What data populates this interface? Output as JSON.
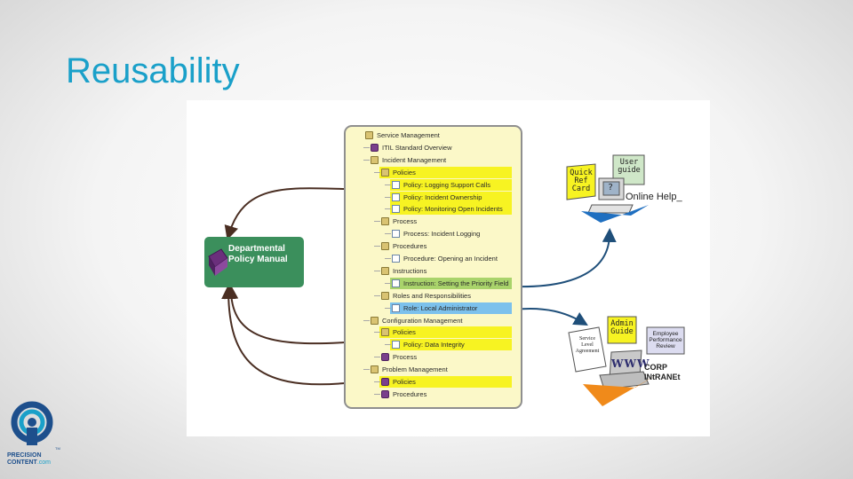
{
  "slide": {
    "title": "Reusability"
  },
  "tree": {
    "rows": [
      {
        "label": "Service Management",
        "icon": "folder-icon",
        "level": 0,
        "highlight": ""
      },
      {
        "label": "ITIL Standard Overview",
        "icon": "book-icon",
        "level": 1,
        "highlight": ""
      },
      {
        "label": "Incident Management",
        "icon": "folder-icon",
        "level": 1,
        "highlight": ""
      },
      {
        "label": "Policies",
        "icon": "folder-icon",
        "level": 2,
        "highlight": "yellow"
      },
      {
        "label": "Policy: Logging Support Calls",
        "icon": "doc-icon",
        "level": 3,
        "highlight": "yellow"
      },
      {
        "label": "Policy: Incident Ownership",
        "icon": "doc-icon",
        "level": 3,
        "highlight": "yellow"
      },
      {
        "label": "Policy: Monitoring Open Incidents",
        "icon": "doc-icon",
        "level": 3,
        "highlight": "yellow"
      },
      {
        "label": "Process",
        "icon": "folder-icon",
        "level": 2,
        "highlight": ""
      },
      {
        "label": "Process: Incident Logging",
        "icon": "doc-icon",
        "level": 3,
        "highlight": ""
      },
      {
        "label": "Procedures",
        "icon": "folder-icon",
        "level": 2,
        "highlight": ""
      },
      {
        "label": "Procedure: Opening an Incident",
        "icon": "doc-icon",
        "level": 3,
        "highlight": ""
      },
      {
        "label": "Instructions",
        "icon": "folder-icon",
        "level": 2,
        "highlight": ""
      },
      {
        "label": "Instruction: Setting the Priority Field",
        "icon": "doc-icon",
        "level": 3,
        "highlight": "green"
      },
      {
        "label": "Roles and Responsibilities",
        "icon": "folder-icon",
        "level": 2,
        "highlight": ""
      },
      {
        "label": "Role: Local Administrator",
        "icon": "doc-icon",
        "level": 3,
        "highlight": "blue"
      },
      {
        "label": "Configuration Management",
        "icon": "folder-icon",
        "level": 1,
        "highlight": ""
      },
      {
        "label": "Policies",
        "icon": "folder-icon",
        "level": 2,
        "highlight": "yellow"
      },
      {
        "label": "Policy: Data Integrity",
        "icon": "doc-icon",
        "level": 3,
        "highlight": "yellow"
      },
      {
        "label": "Process",
        "icon": "book-icon",
        "level": 2,
        "highlight": ""
      },
      {
        "label": "Problem Management",
        "icon": "folder-icon",
        "level": 1,
        "highlight": ""
      },
      {
        "label": "Policies",
        "icon": "book-icon",
        "level": 2,
        "highlight": "yellow"
      },
      {
        "label": "Procedures",
        "icon": "book-icon",
        "level": 2,
        "highlight": ""
      }
    ]
  },
  "manual": {
    "title": "Departmental Policy Manual",
    "icon": "book-icon",
    "color": "#3b8f5c"
  },
  "online_help": {
    "quick_ref_card": "Quick Ref Card",
    "user_guide": "User guide",
    "label": "Online Help_",
    "icon": "computer-icon"
  },
  "intranet": {
    "admin_guide": "Admin Guide",
    "employee_review": "Employee Performance Review",
    "service_level_agreement": "Service Level Agreement",
    "www": "WWW",
    "corp": "CORP",
    "intranet": "INtRANEt",
    "icon": "laptop-icon"
  },
  "logo": {
    "line1": "PRECISION",
    "line2": "CONTENT",
    "suffix": ".com",
    "tm": "TM",
    "icon": "precision-content-logo-icon"
  },
  "colors": {
    "title": "#1aa0c9",
    "tree_bg": "#fbf8c8",
    "highlight_yellow": "#f7f322",
    "highlight_green": "#a9d36b",
    "highlight_blue": "#7cc1ec",
    "arrow": "#5a3a2a",
    "arrow_blue": "#1f4f7a"
  }
}
